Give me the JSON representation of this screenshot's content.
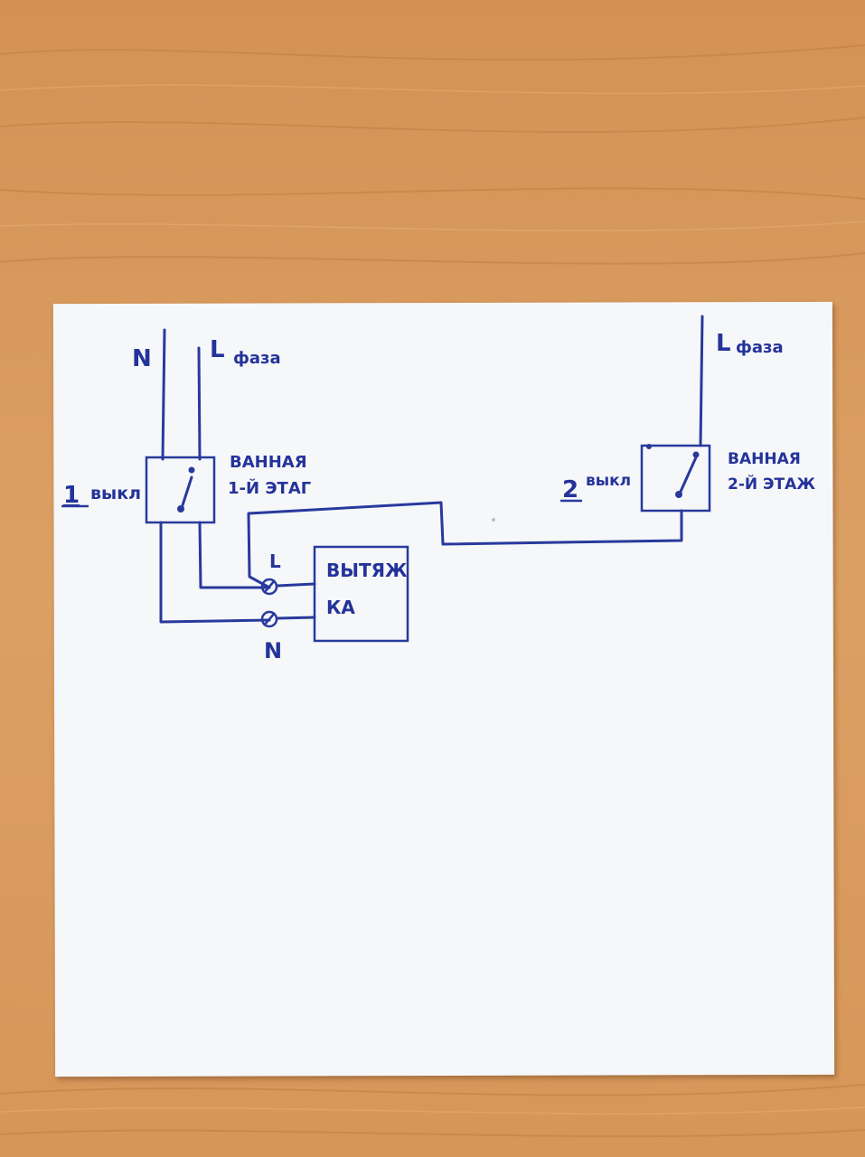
{
  "colors": {
    "ink": "#283a9c",
    "paper": "#f6f7f9",
    "wood": "#d99a5a"
  },
  "supply_left": {
    "neutral_label": "N",
    "phase_label": "L",
    "phase_word": "фаза"
  },
  "supply_right": {
    "phase_label": "L",
    "phase_word": "фаза"
  },
  "switch1": {
    "number": "1",
    "label": "выкл",
    "room_line1": "ВАННАЯ",
    "room_line2": "1-Й ЭТАГ"
  },
  "switch2": {
    "number": "2",
    "label": "выкл",
    "room_line1": "ВАННАЯ",
    "room_line2": "2-Й ЭТАЖ"
  },
  "fan": {
    "line1": "ВЫТЯЖ",
    "line2": "КА",
    "terminal_l": "L",
    "terminal_n": "N"
  }
}
